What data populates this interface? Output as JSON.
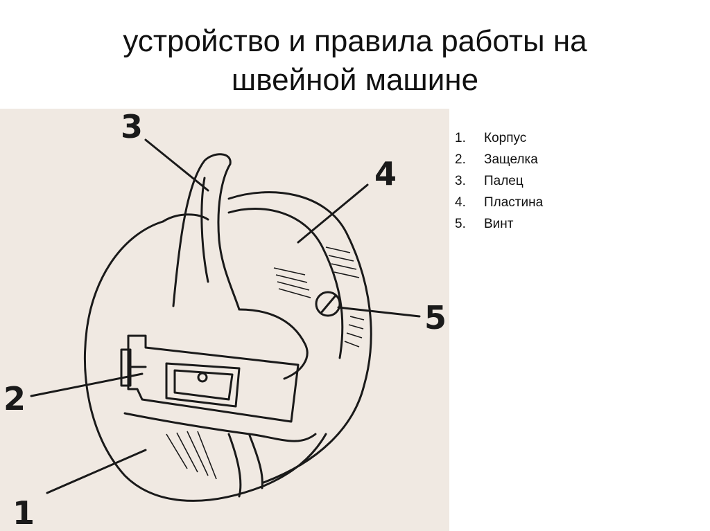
{
  "slide": {
    "title_line1": "устройство и правила работы на",
    "title_line2": "швейной машине"
  },
  "legend": {
    "items": [
      {
        "num": "1.",
        "label": "Корпус"
      },
      {
        "num": "2.",
        "label": "Защелка"
      },
      {
        "num": "3.",
        "label": "Палец"
      },
      {
        "num": "4.",
        "label": "Пластина"
      },
      {
        "num": "5.",
        "label": "Винт"
      }
    ]
  },
  "diagram": {
    "callouts": [
      {
        "id": "1",
        "text": "1"
      },
      {
        "id": "2",
        "text": "2"
      },
      {
        "id": "3",
        "text": "3"
      },
      {
        "id": "4",
        "text": "4"
      },
      {
        "id": "5",
        "text": "5"
      }
    ]
  },
  "colors": {
    "paper": "#f0e9e2",
    "ink": "#1a1a1a",
    "background": "#ffffff"
  }
}
